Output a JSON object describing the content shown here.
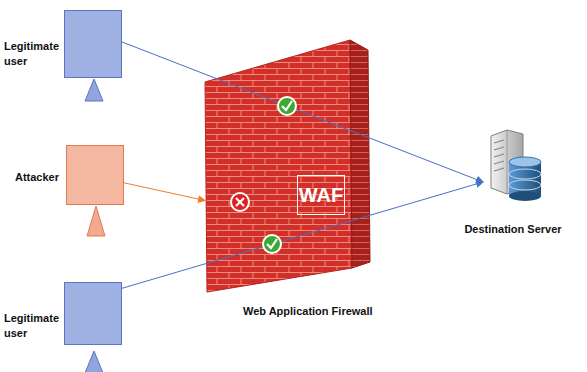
{
  "diagram": {
    "nodes": [
      {
        "text": [
          "Legitimate user"
        ]
      },
      {
        "text": [
          "Attacker"
        ]
      },
      {
        "text": [
          "Legitimate user"
        ]
      },
      {
        "text": [
          "WAF",
          "Web Application Firewall"
        ]
      },
      {
        "text": [
          "Destination Server"
        ]
      }
    ],
    "edges": [
      {
        "from": 0,
        "to": 4,
        "arrow": "to"
      },
      {
        "from": 1,
        "to": 3,
        "arrow": "to"
      },
      {
        "from": 2,
        "to": 4,
        "arrow": "to"
      }
    ]
  }
}
